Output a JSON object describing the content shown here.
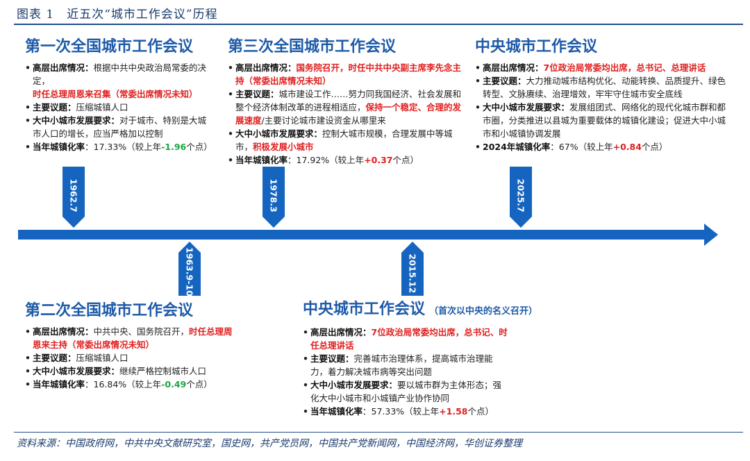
{
  "figure_title": "图表 1　近五次“城市工作会议”历程",
  "source": "资料来源：中国政府网，中共中央文献研究室，国史网，共产党员网，中国共产党新闻网，中国经济网，华创证券整理",
  "colors": {
    "primary_blue": "#1d5aa8",
    "timeline_blue": "#1565c0",
    "red": "#e02020",
    "green": "#1fa346"
  },
  "meetings": [
    {
      "date": "1962.7",
      "title": "第一次全国城市工作会议",
      "note": "",
      "items": [
        {
          "k": "高层出席情况：",
          "segs": [
            {
              "t": "根据中共中央政治局常委的决定，",
              "c": ""
            },
            {
              "t": "时任总理周恩来召集（常委出席情况未知）",
              "c": "hl"
            }
          ]
        },
        {
          "k": "主要议题：",
          "segs": [
            {
              "t": "压缩城镇人口",
              "c": ""
            }
          ]
        },
        {
          "k": "大中小城市发展要求：",
          "segs": [
            {
              "t": "对于城市、特别是大城市人口的增长，应当严格加以控制",
              "c": ""
            }
          ]
        },
        {
          "k": "当年城镇化率",
          "segs": [
            {
              "t": "：17.33%（较上年",
              "c": ""
            },
            {
              "t": "-1.96",
              "c": "neg"
            },
            {
              "t": "个点）",
              "c": ""
            }
          ]
        }
      ]
    },
    {
      "date": "1963.9-10",
      "title": "第二次全国城市工作会议",
      "note": "",
      "items": [
        {
          "k": "高层出席情况：",
          "segs": [
            {
              "t": "中共中央、国务院召开，",
              "c": ""
            },
            {
              "t": "时任总理周恩来主持（常委出席情况未知）",
              "c": "hl"
            }
          ]
        },
        {
          "k": "主要议题：",
          "segs": [
            {
              "t": "压缩城镇人口",
              "c": ""
            }
          ]
        },
        {
          "k": "大中小城市发展要求：",
          "segs": [
            {
              "t": "继续严格控制城市人口",
              "c": ""
            }
          ]
        },
        {
          "k": "当年城镇化率",
          "segs": [
            {
              "t": "：16.84%（较上年",
              "c": ""
            },
            {
              "t": "-0.49",
              "c": "neg"
            },
            {
              "t": "个点）",
              "c": ""
            }
          ]
        }
      ]
    },
    {
      "date": "1978.3",
      "title": "第三次全国城市工作会议",
      "note": "",
      "items": [
        {
          "k": "高层出席情况：",
          "segs": [
            {
              "t": "国务院召开，时任中共中央副主席李先念主持（常委出席情况未知）",
              "c": "hl"
            }
          ]
        },
        {
          "k": "主要议题：",
          "segs": [
            {
              "t": "城市建设工作……努力同我国经济、社会发展和整个经济体制改革的进程相适应，",
              "c": ""
            },
            {
              "t": "保持一个稳定、合理的发展速度",
              "c": "hl"
            },
            {
              "t": "/主要讨论城市建设资金从哪里来",
              "c": ""
            }
          ]
        },
        {
          "k": "大中小城市发展要求：",
          "segs": [
            {
              "t": "控制大城市规模，合理发展中等城市，",
              "c": ""
            },
            {
              "t": "积极发展小城市",
              "c": "hl"
            }
          ]
        },
        {
          "k": "当年城镇化率",
          "segs": [
            {
              "t": "：17.92%（较上年",
              "c": ""
            },
            {
              "t": "+0.37",
              "c": "pos"
            },
            {
              "t": "个点）",
              "c": ""
            }
          ]
        }
      ]
    },
    {
      "date": "2015.12",
      "title": "中央城市工作会议",
      "note": "（首次以中央的名义召开）",
      "items": [
        {
          "k": "高层出席情况：",
          "segs": [
            {
              "t": "7位政治局常委均出席，总书记、时任总理讲话",
              "c": "hl"
            }
          ]
        },
        {
          "k": "主要议题：",
          "segs": [
            {
              "t": "完善城市治理体系，提高城市治理能力，着力解决城市病等突出问题",
              "c": ""
            }
          ]
        },
        {
          "k": "大中小城市发展要求：",
          "segs": [
            {
              "t": "要以城市群为主体形态；强化大中小城市和小城镇产业协作协同",
              "c": ""
            }
          ]
        },
        {
          "k": "当年城镇化率",
          "segs": [
            {
              "t": "：57.33%（较上年",
              "c": ""
            },
            {
              "t": "+1.58",
              "c": "pos"
            },
            {
              "t": "个点）",
              "c": ""
            }
          ]
        }
      ]
    },
    {
      "date": "2025.7",
      "title": "中央城市工作会议",
      "note": "",
      "items": [
        {
          "k": "高层出席情况：",
          "segs": [
            {
              "t": "7位政治局常委均出席，总书记、总理讲话",
              "c": "hl"
            }
          ]
        },
        {
          "k": "主要议题：",
          "segs": [
            {
              "t": "大力推动城市结构优化、动能转换、品质提升、绿色转型、文脉赓续、治理增效，牢牢守住城市安全底线",
              "c": ""
            }
          ]
        },
        {
          "k": "大中小城市发展要求：",
          "segs": [
            {
              "t": "发展组团式、网络化的现代化城市群和都市圈，分类推进以县城为重要载体的城镇化建设；促进大中小城市和小城镇协调发展",
              "c": ""
            }
          ]
        },
        {
          "k": "2024年城镇化率",
          "segs": [
            {
              "t": "：67%（较上年",
              "c": ""
            },
            {
              "t": "+0.84",
              "c": "pos"
            },
            {
              "t": "个点）",
              "c": ""
            }
          ]
        }
      ]
    }
  ]
}
